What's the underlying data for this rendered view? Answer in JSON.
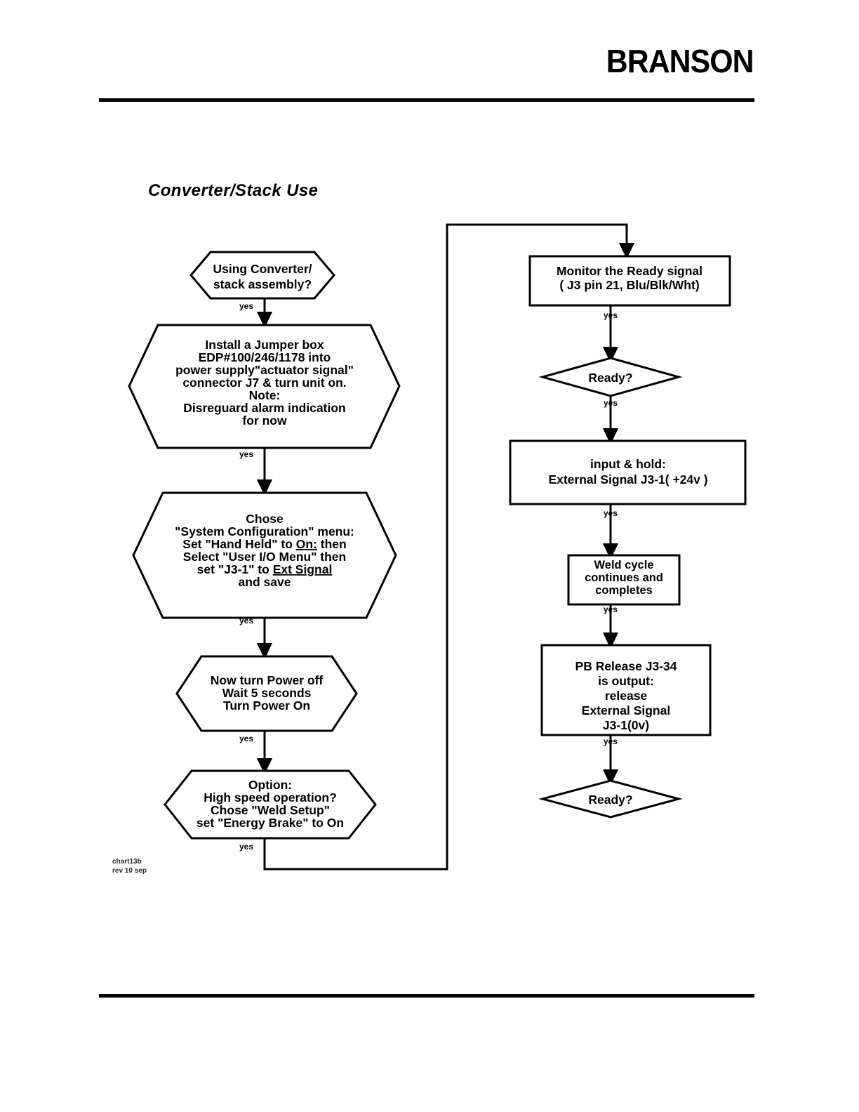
{
  "header": {
    "brand": "BRANSON"
  },
  "title": "Converter/Stack Use",
  "doc_ref": {
    "chart": "chart13b",
    "revision": "rev 10 sep"
  },
  "edge_labels": {
    "yes": "yes"
  },
  "chart_data": {
    "type": "diagram",
    "title": "Converter/Stack Use",
    "nodes": [
      {
        "id": "n1",
        "shape": "hexagon",
        "column": "left",
        "lines": [
          "Using Converter/",
          "stack assembly?"
        ]
      },
      {
        "id": "n2",
        "shape": "hexagon",
        "column": "left",
        "lines": [
          "Install a Jumper box",
          "EDP#100/246/1178 into",
          "power supply\"actuator signal\"",
          "connector J7 & turn unit on.",
          "Note:",
          "Disreguard alarm indication",
          "for now"
        ]
      },
      {
        "id": "n3",
        "shape": "hexagon",
        "column": "left",
        "lines": [
          "Chose",
          "\"System Configuration\" menu:",
          "Set \"Hand Held\" to On: then",
          "Select \"User I/O Menu\" then",
          "set \"J3-1\" to Ext Signal",
          "and save"
        ],
        "underlined_fragments": [
          "On:",
          "Ext Signal"
        ]
      },
      {
        "id": "n4",
        "shape": "hexagon",
        "column": "left",
        "lines": [
          "Now turn Power off",
          "Wait 5 seconds",
          "Turn Power On"
        ]
      },
      {
        "id": "n5",
        "shape": "hexagon",
        "column": "left",
        "lines": [
          "Option:",
          "High speed operation?",
          "Chose \"Weld Setup\"",
          "set \"Energy Brake\" to On"
        ]
      },
      {
        "id": "n6",
        "shape": "rectangle",
        "column": "right",
        "lines": [
          "Monitor the Ready signal",
          "( J3 pin 21, Blu/Blk/Wht)"
        ]
      },
      {
        "id": "n7",
        "shape": "diamond",
        "column": "right",
        "lines": [
          "Ready?"
        ]
      },
      {
        "id": "n8",
        "shape": "rectangle",
        "column": "right",
        "lines": [
          "input & hold:",
          "External Signal J3-1( +24v )"
        ]
      },
      {
        "id": "n9",
        "shape": "rectangle",
        "column": "right",
        "lines": [
          "Weld cycle",
          "continues and",
          "completes"
        ]
      },
      {
        "id": "n10",
        "shape": "rectangle",
        "column": "right",
        "lines": [
          "PB Release J3-34",
          "is output:",
          "release",
          "External Signal",
          "J3-1(0v)"
        ]
      },
      {
        "id": "n11",
        "shape": "diamond",
        "column": "right",
        "lines": [
          "Ready?"
        ]
      }
    ],
    "edges": [
      {
        "from": "n1",
        "to": "n2",
        "label": "yes"
      },
      {
        "from": "n2",
        "to": "n3",
        "label": "yes"
      },
      {
        "from": "n3",
        "to": "n4",
        "label": "yes"
      },
      {
        "from": "n4",
        "to": "n5",
        "label": "yes"
      },
      {
        "from": "n5",
        "to": "n6",
        "label": "yes",
        "routing": "loop-around-bottom-left-up-to-top"
      },
      {
        "from": "n6",
        "to": "n7",
        "label": "yes"
      },
      {
        "from": "n7",
        "to": "n8",
        "label": "yes"
      },
      {
        "from": "n8",
        "to": "n9",
        "label": "yes"
      },
      {
        "from": "n9",
        "to": "n10",
        "label": "yes"
      },
      {
        "from": "n10",
        "to": "n11",
        "label": "yes"
      }
    ],
    "colors": {
      "stroke": "#000000",
      "fill": "#ffffff"
    }
  }
}
